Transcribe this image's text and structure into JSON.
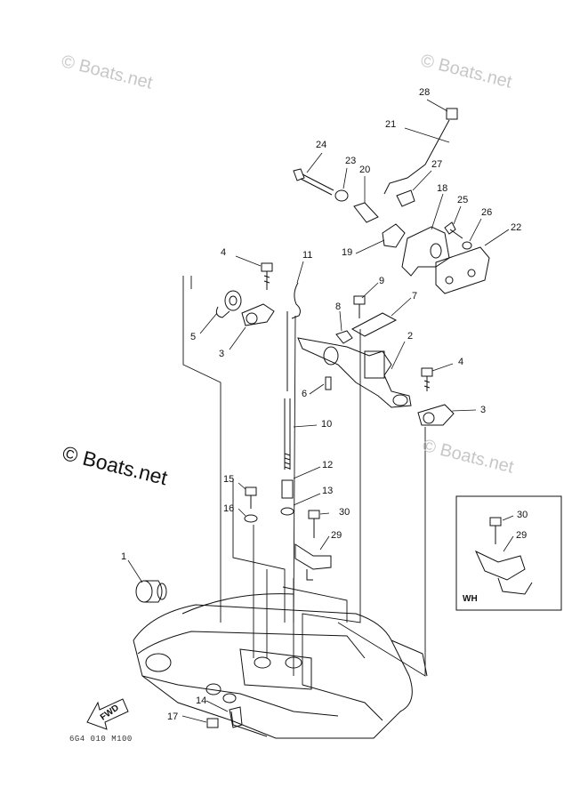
{
  "watermarks": {
    "faint": "© Boats.net",
    "main": "© Boats.net"
  },
  "callouts": [
    "1",
    "2",
    "3",
    "3",
    "4",
    "4",
    "5",
    "6",
    "7",
    "8",
    "9",
    "10",
    "11",
    "12",
    "13",
    "14",
    "15",
    "16",
    "17",
    "18",
    "19",
    "20",
    "21",
    "22",
    "23",
    "24",
    "25",
    "26",
    "27",
    "28",
    "29",
    "29",
    "30",
    "30"
  ],
  "inset": {
    "label": "WH"
  },
  "fwd_label": "FWD",
  "diagram_code": "6G4 010 M100"
}
